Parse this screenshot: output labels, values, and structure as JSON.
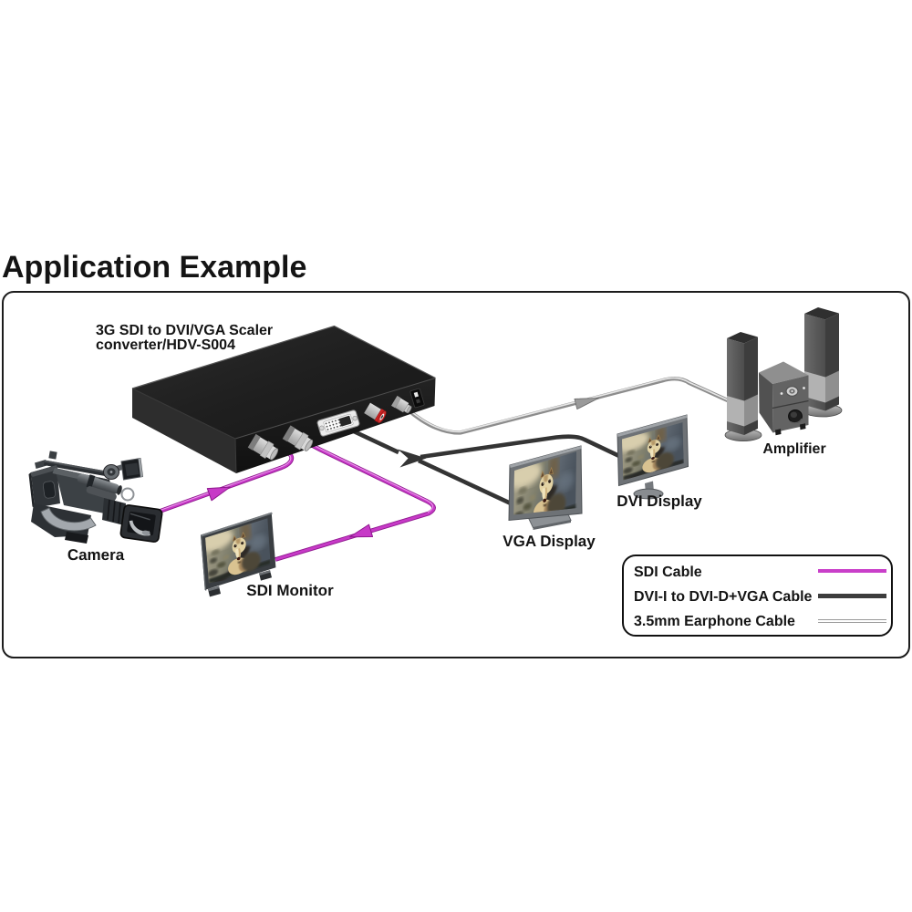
{
  "title": "Application Example",
  "converter": {
    "label_line1": "3G SDI to DVI/VGA Scaler",
    "label_line2": "converter/HDV-S004"
  },
  "devices": {
    "camera": "Camera",
    "sdi_monitor": "SDI Monitor",
    "vga_display": "VGA Display",
    "dvi_display": "DVI Display",
    "amplifier": "Amplifier"
  },
  "legend": {
    "items": [
      {
        "label": "SDI Cable",
        "color": "#c93fc9",
        "style": "solid"
      },
      {
        "label": "DVI-I to DVI-D+VGA Cable",
        "color": "#3d3d3d",
        "style": "solid"
      },
      {
        "label": "3.5mm Earphone Cable",
        "color": "#ffffff",
        "style": "outlined"
      }
    ]
  },
  "colors": {
    "sdi_cable": "#c73ac7",
    "sdi_cable_dark": "#8e188e",
    "sdi_cable_light": "#f0a2f0",
    "dvi_cable": "#343434",
    "earphone_cable": "#8d8d8d",
    "earphone_cable_light": "#e6e6e6"
  }
}
